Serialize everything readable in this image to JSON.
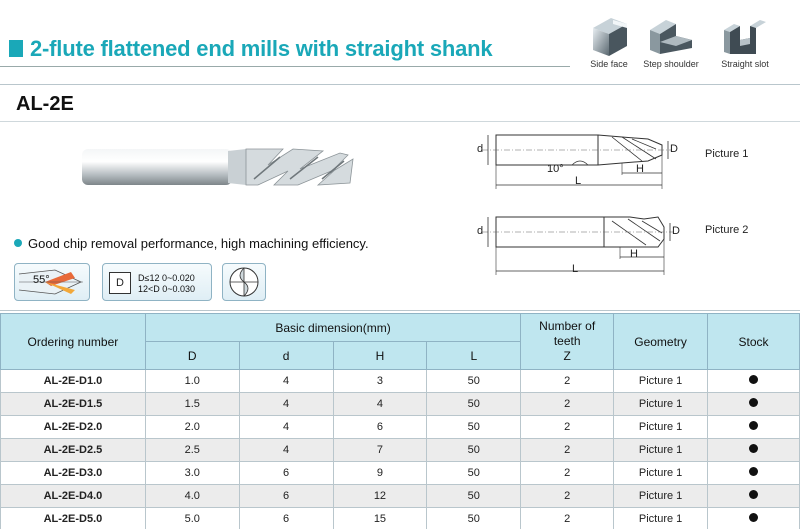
{
  "header": {
    "title": "2-flute flattened end mills with straight shank",
    "accent_color": "#1aa8b8",
    "applications": [
      {
        "label": "Side face",
        "icon": "side-face-icon"
      },
      {
        "label": "Step shoulder",
        "icon": "step-shoulder-icon"
      },
      {
        "label": "Straight slot",
        "icon": "straight-slot-icon"
      }
    ]
  },
  "product": {
    "model": "AL-2E",
    "feature": "Good chip removal performance, high machining efficiency.",
    "helix_angle": "55°",
    "tolerance": {
      "symbol": "D",
      "line1": "D≤12  0~0.020",
      "line2": "12<D  0~0.030"
    }
  },
  "drawings": {
    "picture1": {
      "label": "Picture 1",
      "dims": {
        "d": "d",
        "D": "D",
        "L": "L",
        "H": "H",
        "angle": "10°"
      }
    },
    "picture2": {
      "label": "Picture 2",
      "dims": {
        "d": "d",
        "D": "D",
        "L": "L",
        "H": "H"
      }
    }
  },
  "table": {
    "headers": {
      "ordering": "Ordering number",
      "basic": "Basic dimension(mm)",
      "teeth_line1": "Number of",
      "teeth_line2": "teeth",
      "teeth_line3": "Z",
      "geometry": "Geometry",
      "stock": "Stock",
      "D": "D",
      "d": "d",
      "H": "H",
      "L": "L"
    },
    "rows": [
      {
        "code": "AL-2E-D1.0",
        "D": "1.0",
        "d": "4",
        "H": "3",
        "L": "50",
        "Z": "2",
        "geometry": "Picture 1",
        "stock": true
      },
      {
        "code": "AL-2E-D1.5",
        "D": "1.5",
        "d": "4",
        "H": "4",
        "L": "50",
        "Z": "2",
        "geometry": "Picture 1",
        "stock": true
      },
      {
        "code": "AL-2E-D2.0",
        "D": "2.0",
        "d": "4",
        "H": "6",
        "L": "50",
        "Z": "2",
        "geometry": "Picture 1",
        "stock": true
      },
      {
        "code": "AL-2E-D2.5",
        "D": "2.5",
        "d": "4",
        "H": "7",
        "L": "50",
        "Z": "2",
        "geometry": "Picture 1",
        "stock": true
      },
      {
        "code": "AL-2E-D3.0",
        "D": "3.0",
        "d": "6",
        "H": "9",
        "L": "50",
        "Z": "2",
        "geometry": "Picture 1",
        "stock": true
      },
      {
        "code": "AL-2E-D4.0",
        "D": "4.0",
        "d": "6",
        "H": "12",
        "L": "50",
        "Z": "2",
        "geometry": "Picture 1",
        "stock": true
      },
      {
        "code": "AL-2E-D5.0",
        "D": "5.0",
        "d": "6",
        "H": "15",
        "L": "50",
        "Z": "2",
        "geometry": "Picture 1",
        "stock": true
      }
    ]
  }
}
